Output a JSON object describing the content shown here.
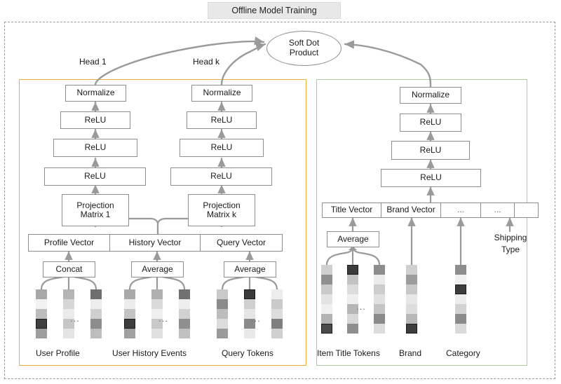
{
  "diagram": {
    "title": "Offline Model Training",
    "output_node": {
      "line1": "Soft Dot",
      "line2": "Product"
    },
    "head_labels": {
      "head_1": "Head 1",
      "head_k": "Head k"
    }
  },
  "user_tower": {
    "frame_color": "#e8b03a",
    "head1": {
      "normalize": "Normalize",
      "relu_3": "ReLU",
      "relu_2": "ReLU",
      "relu_1": "ReLU",
      "projection_line1": "Projection",
      "projection_line2": "Matrix 1"
    },
    "headk": {
      "normalize": "Normalize",
      "relu_3": "ReLU",
      "relu_2": "ReLU",
      "relu_1": "ReLU",
      "projection_line1": "Projection",
      "projection_line2": "Matrix k"
    },
    "vectors": [
      "Profile Vector",
      "History Vector",
      "Query Vector"
    ],
    "aggregators": [
      "Concat",
      "Average",
      "Average"
    ],
    "inputs": [
      "User Profile",
      "User History Events",
      "Query Tokens"
    ],
    "ellipsis": "..."
  },
  "item_tower": {
    "frame_color": "#a9cf9a",
    "normalize": "Normalize",
    "relu_3": "ReLU",
    "relu_2": "ReLU",
    "relu_1": "ReLU",
    "feature_cells": [
      "Title Vector",
      "Brand Vector",
      "...",
      "...",
      ""
    ],
    "aggregator": "Average",
    "inputs": [
      "Item Title Tokens",
      "Brand",
      "Category"
    ],
    "shipping_label_line1": "Shipping",
    "shipping_label_line2": "Type",
    "ellipsis": "..."
  },
  "embeddings": {
    "palette_note": "grayscale heat cells",
    "user_profile": [
      [
        "#a8a8a8",
        "#f2f2f2",
        "#bcbcbc",
        "#3f3f3f",
        "#9e9e9e"
      ],
      [
        "#b4b4b4",
        "#d6d6d6",
        "#ebebeb",
        "#c6c6c6",
        "#e4e4e4"
      ],
      [
        "#6e6e6e",
        "#ededed",
        "#cfcfcf",
        "#8c8c8c",
        "#bdbdbd"
      ]
    ],
    "user_history": [
      [
        "#a9a9a9",
        "#ececec",
        "#c3c3c3",
        "#3c3c3c",
        "#a0a0a0"
      ],
      [
        "#b0b0b0",
        "#dadada",
        "#efefef",
        "#c9c9c9",
        "#e0e0e0"
      ],
      [
        "#717171",
        "#eeeeee",
        "#d2d2d2",
        "#8f8f8f",
        "#c0c0c0"
      ]
    ],
    "query_tokens": [
      [
        "#c9c9c9",
        "#8b8b8b",
        "#bdbdbd",
        "#dcdcdc",
        "#9a9a9a"
      ],
      [
        "#3a3a3a",
        "#d0d0d0",
        "#e6e6e6",
        "#8a8a8a",
        "#e9e9e9"
      ],
      [
        "#ededed",
        "#cacaca",
        "#dddddd",
        "#7e7e7e",
        "#cfcfcf"
      ]
    ],
    "item_title": [
      [
        "#cfcfcf",
        "#8f8f8f",
        "#c9c9c9",
        "#e3e3e3",
        "#f0f0f0",
        "#b3b3b3",
        "#4a4a4a"
      ],
      [
        "#3b3b3b",
        "#c2c2c2",
        "#dcdcdc",
        "#efefef",
        "#b6b6b6",
        "#d8d8d8",
        "#8e8e8e"
      ],
      [
        "#8c8c8c",
        "#ebebeb",
        "#cdcdcd",
        "#e0e0e0",
        "#c4c4c4",
        "#8a8a8a",
        "#dcdcdc"
      ]
    ],
    "brand": [
      [
        "#d0d0d0",
        "#9c9c9c",
        "#c8c8c8",
        "#e6e6e6",
        "#dddddd",
        "#b7b7b7",
        "#3d3d3d"
      ]
    ],
    "category": [
      [
        "#8d8d8d",
        "#f0f0f0",
        "#3c3c3c",
        "#ececec",
        "#d2d2d2",
        "#8b8b8b",
        "#dadada"
      ]
    ]
  }
}
